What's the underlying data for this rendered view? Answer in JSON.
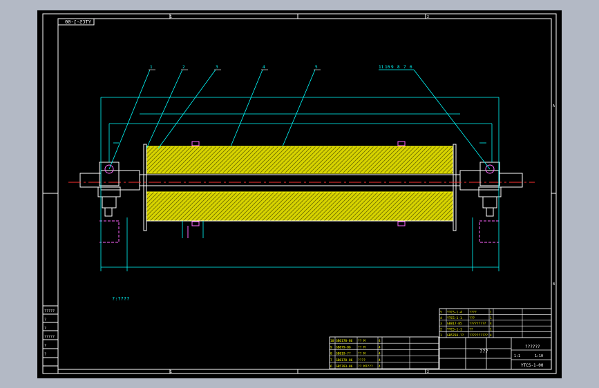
{
  "drawing_number_mirrored": "YTCS-1-00",
  "border_numbers_top": [
    "1",
    "2"
  ],
  "border_numbers_bottom": [
    "1",
    "2"
  ],
  "border_letters_right": [
    "A",
    "B"
  ],
  "border_letters_left": [],
  "balloons_left": [
    "1",
    "2",
    "3",
    "4",
    "5"
  ],
  "balloons_right": [
    "11",
    "10",
    "9",
    "8",
    "7",
    "6"
  ],
  "tech_note": "?:????",
  "title_block": {
    "drawing_number": "YTCS-1-00",
    "name": "???",
    "material": "??????",
    "scale": "1:1",
    "sheet": "1:10"
  },
  "parts_upper": [
    [
      "5",
      "YTCS-1-4",
      "????",
      "1",
      "",
      ""
    ],
    [
      "4",
      "YTCS-1-1",
      "???",
      "1",
      "",
      ""
    ],
    [
      "3",
      "GB817-85",
      "?????????",
      "4",
      "",
      ""
    ],
    [
      "2",
      "YTCS-1-1",
      "??",
      "1",
      "",
      ""
    ],
    [
      "1",
      "GB5783-??",
      "??????????",
      "4",
      "",
      ""
    ]
  ],
  "parts_lower": [
    [
      "10",
      "GB6170-86",
      "?? M",
      "4",
      "",
      ""
    ],
    [
      "9",
      "GB879-86",
      "?? M",
      "4",
      "",
      ""
    ],
    [
      "8",
      "GB819-??",
      "?? M",
      "4",
      "",
      ""
    ],
    [
      "7",
      "GB6170-86",
      "????",
      "4",
      "",
      ""
    ],
    [
      "6",
      "GB5783-86",
      "?? M????",
      "4",
      "",
      ""
    ]
  ],
  "left_strip_labels": [
    "?????",
    "?",
    "?",
    "?????",
    "?",
    "?"
  ]
}
